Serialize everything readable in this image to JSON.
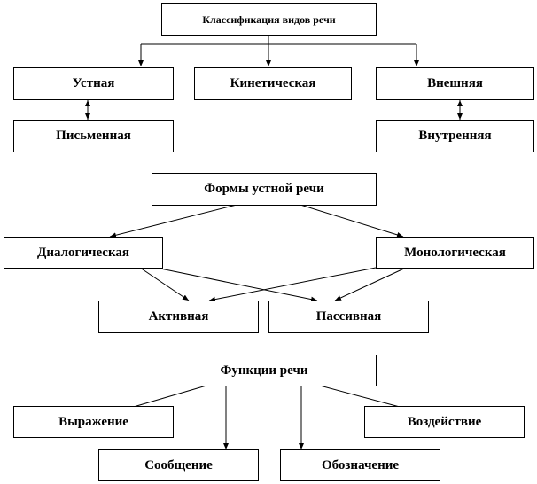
{
  "classification": {
    "title": "Классификация видов речи",
    "oral": "Устная",
    "kinetic": "Кинетическая",
    "external": "Внешняя",
    "written": "Письменная",
    "internal": "Внутренняя"
  },
  "oral_forms": {
    "title": "Формы устной речи",
    "dialogic": "Диалогическая",
    "monologic": "Монологическая",
    "active": "Активная",
    "passive": "Пассивная"
  },
  "functions": {
    "title": "Функции речи",
    "expression": "Выражение",
    "influence": "Воздействие",
    "message": "Сообщение",
    "designation": "Обозначение"
  }
}
